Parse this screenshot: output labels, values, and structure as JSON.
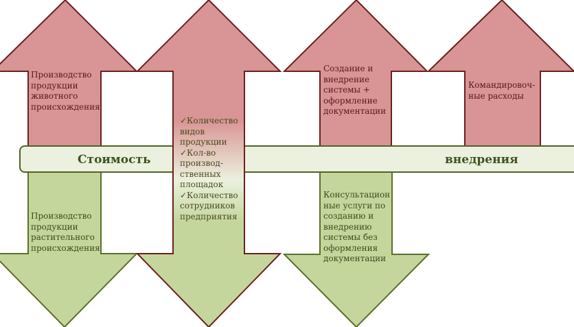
{
  "colors": {
    "up_fill": "#d99595",
    "up_stroke": "#6b1f1f",
    "down_fill": "#c4d69b",
    "down_stroke": "#5b6f2a",
    "band_fill": "#ebf1de",
    "band_stroke": "#4f6228"
  },
  "band": {
    "label_left": "Стоимость",
    "label_right": "внедрения"
  },
  "blocks": {
    "animal": "Производство\nпродукции\nживотного\nпроисхождения",
    "plant": "Производство\nпродукции\nрастительного\nпроисхождения",
    "criteria": "✓Количество\nвидов\nпродукции\n✓Кол-во\nпроизвод-\nственных\nплощадок\n✓Количество\nсотрудников\nпредприятия",
    "system_creation": "Создание и\nвнедрение\nсистемы +\nоформление\nдокументации",
    "travel": "Командировоч-\nные расходы",
    "consulting": "Консультацион\nные услуги по\nсозданию и\nвнедрению\nсистемы без\nоформления\nдокументации"
  }
}
